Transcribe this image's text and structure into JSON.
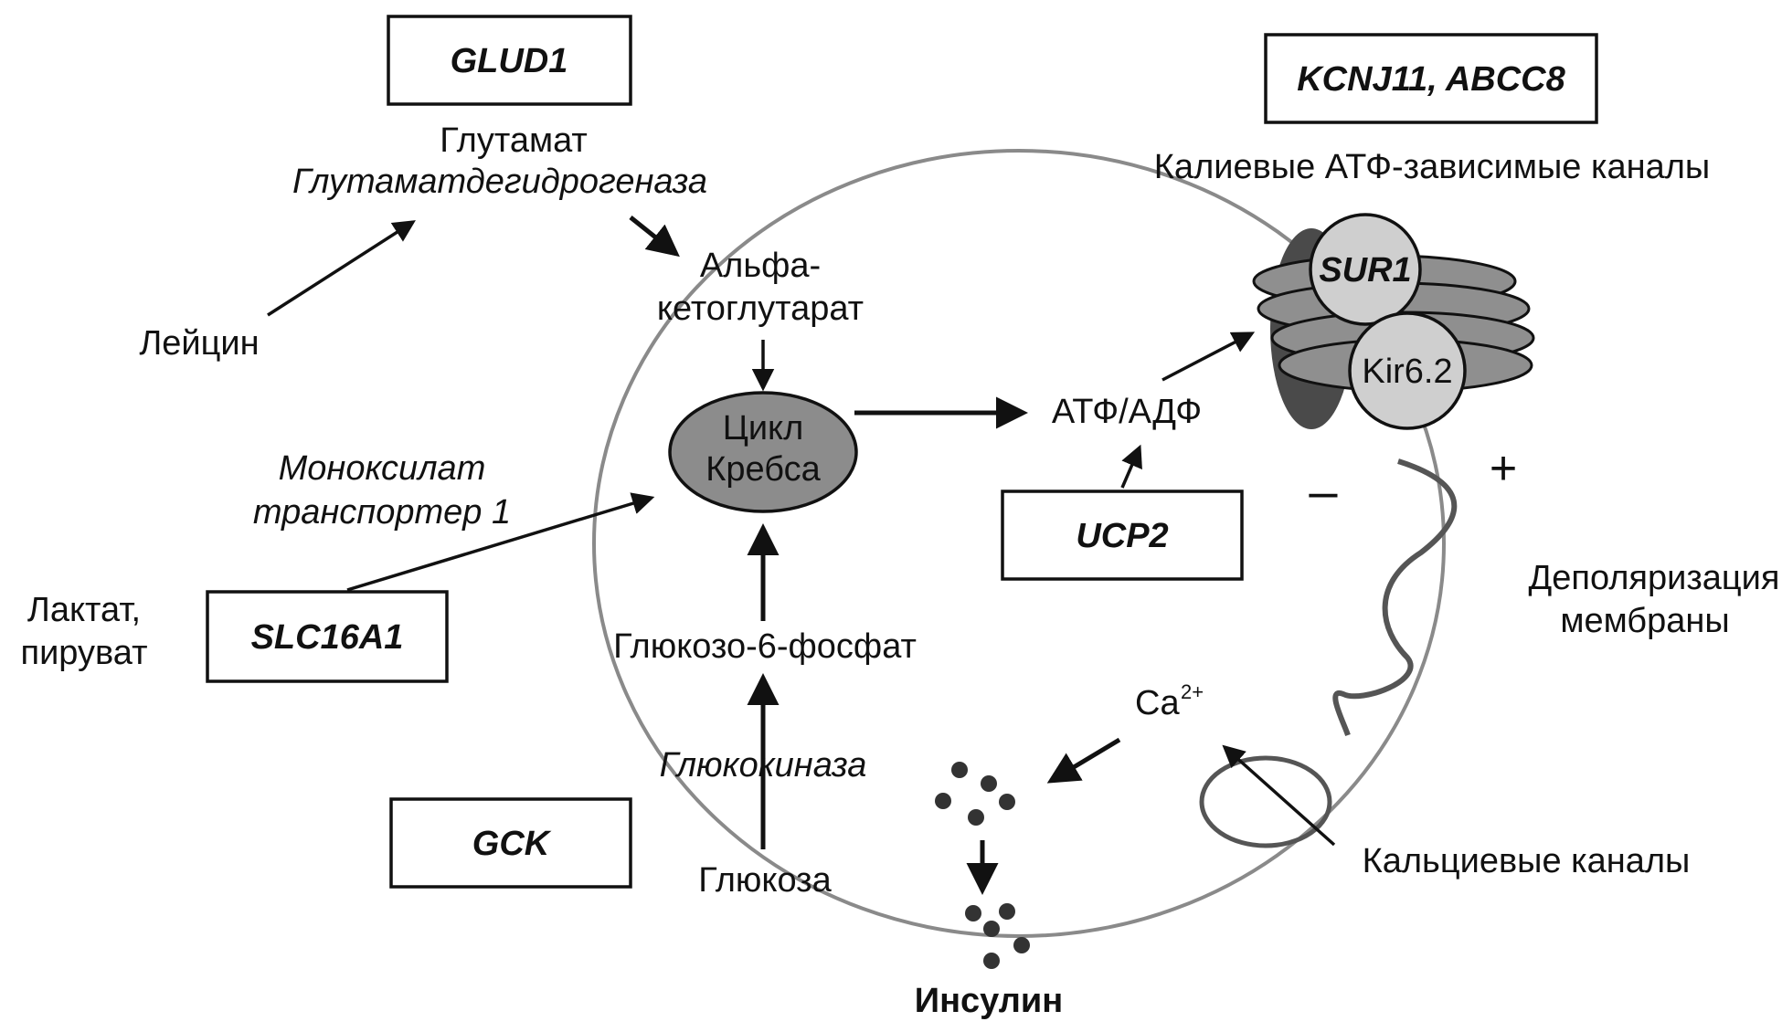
{
  "genes": {
    "glud1": "GLUD1",
    "kcnj11_abcc8": "KCNJ11, ABCC8",
    "ucp2": "UCP2",
    "slc16a1": "SLC16A1",
    "gck": "GCK"
  },
  "labels": {
    "glutamate": "Глутамат",
    "gdh": "Глутаматдегидрогеназа",
    "leucine": "Лейцин",
    "akg_1": "Альфа-",
    "akg_2": "кетоглутарат",
    "krebs_1": "Цикл",
    "krebs_2": "Кребса",
    "mct1_1": "Моноксилат",
    "mct1_2": "транспортер 1",
    "lactate_1": "Лактат,",
    "lactate_2": "пируват",
    "atp_adp": "АТФ/АДФ",
    "k_channels": "Калиевые АТФ-зависимые каналы",
    "sur1": "SUR1",
    "kir62": "Kir6.2",
    "minus": "–",
    "plus": "+",
    "depol_1": "Деполяризация",
    "depol_2": "мембраны",
    "g6p": "Глюкозо-6-фосфат",
    "glucokinase": "Глюкокиназа",
    "glucose": "Глюкоза",
    "ca": "Ca",
    "ca_charge": "2+",
    "ca_channels": "Кальциевые каналы",
    "insulin": "Инсулин"
  },
  "colors": {
    "krebs_fill": "#8c8c8c",
    "cell_outline": "#8a8a8a",
    "channel_dark": "#4a4a4a",
    "channel_mid": "#8f8f8f",
    "subunit_fill": "#cfcfcf",
    "granule": "#333333"
  }
}
